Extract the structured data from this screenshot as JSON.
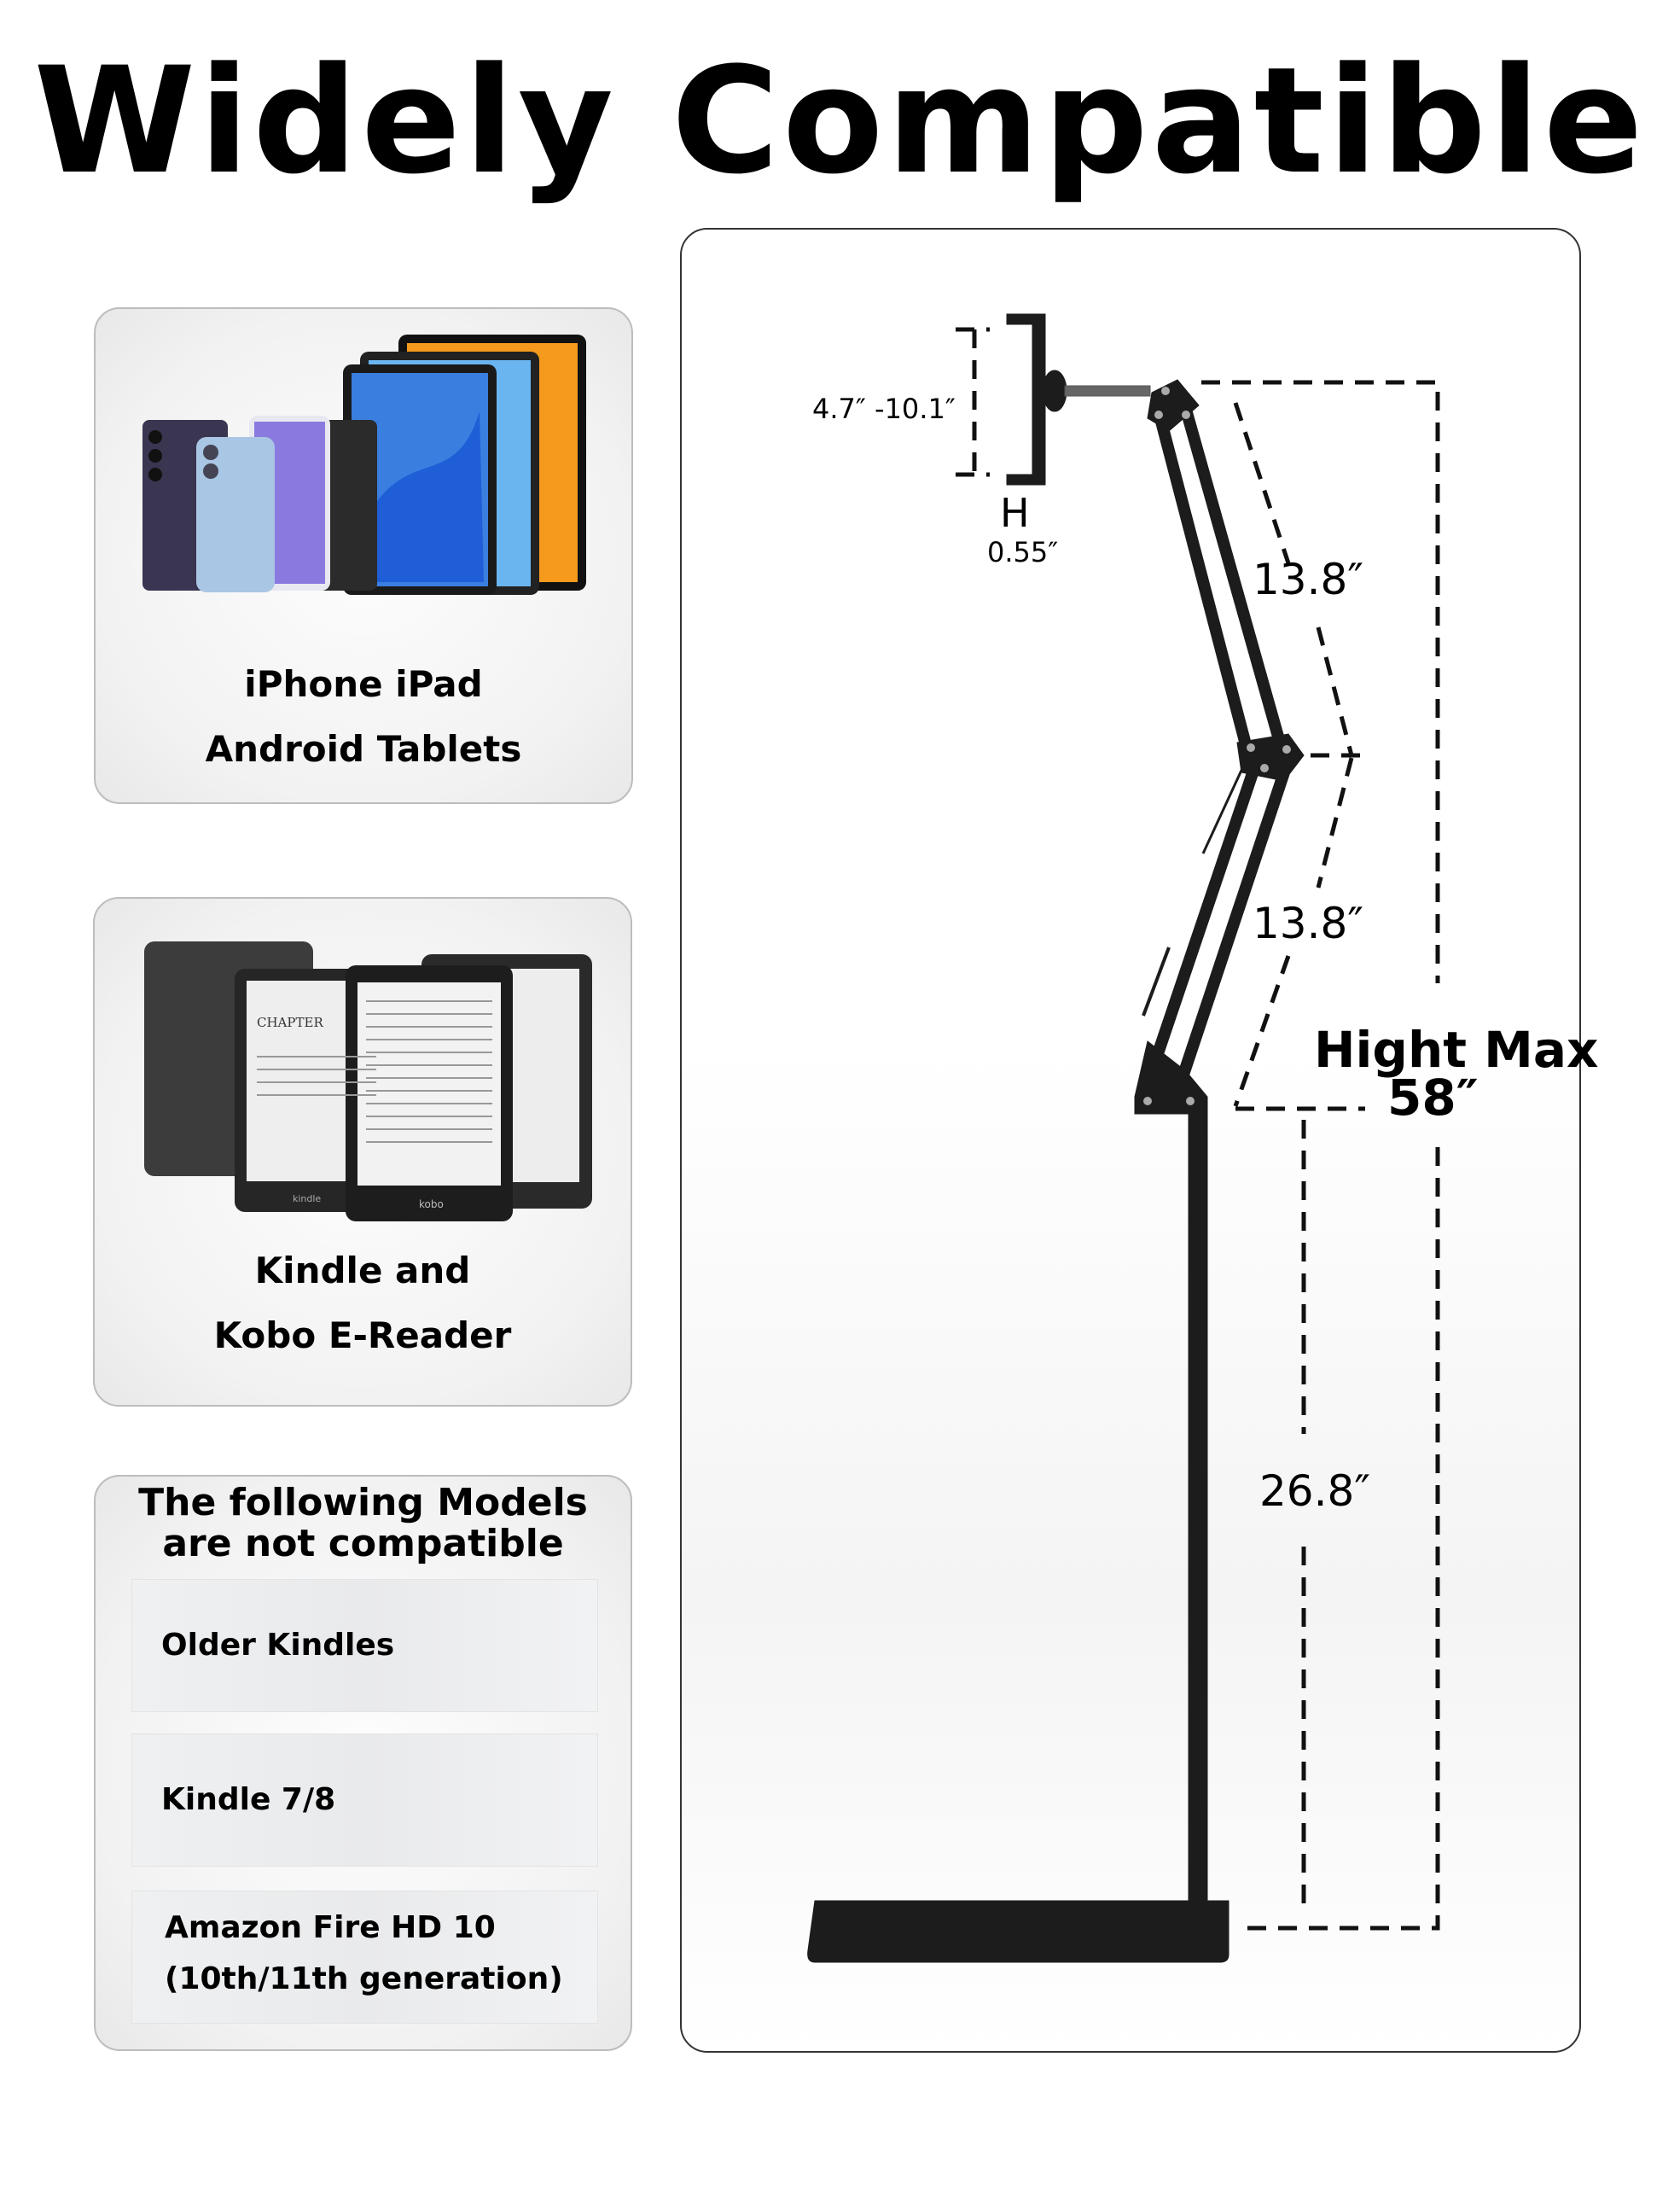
{
  "title": "Widely Compatible",
  "cards": [
    {
      "lines": [
        "iPhone iPad",
        "Android Tablets"
      ]
    },
    {
      "lines": [
        "Kindle and",
        "Kobo E-Reader"
      ]
    }
  ],
  "incompatible": {
    "heading": [
      "The following Models",
      "are not compatible"
    ],
    "items": [
      "Older Kindles",
      "Kindle 7/8",
      "Amazon Fire HD 10",
      "(10th/11th generation)"
    ]
  },
  "stand": {
    "clamp_range": "4.7″ -10.1″",
    "clamp_depth_symbol": "H",
    "clamp_depth": "0.55″",
    "upper_arm": "13.8″",
    "lower_arm": "13.8″",
    "pole": "26.8″",
    "max_label": "Hight Max",
    "max_value": "58″"
  },
  "ereader_text": {
    "chapter": "CHAPTER",
    "brand1": "kindle",
    "brand2": "kobo"
  },
  "colors": {
    "stand": "#1c1c1c",
    "border": "#bdbdbd"
  }
}
